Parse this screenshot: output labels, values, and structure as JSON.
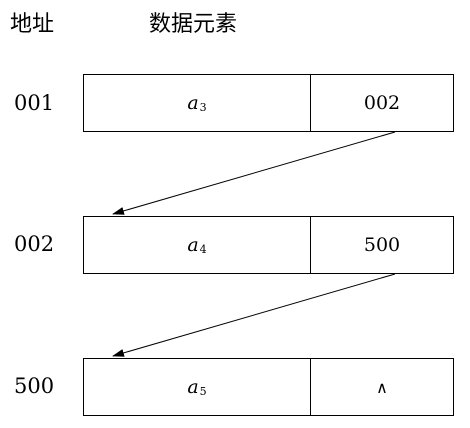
{
  "headers": {
    "address": "地址",
    "element": "数据元素"
  },
  "nodes": [
    {
      "address": "001",
      "data_var": "a",
      "data_sub": "3",
      "next": "002"
    },
    {
      "address": "002",
      "data_var": "a",
      "data_sub": "4",
      "next": "500"
    },
    {
      "address": "500",
      "data_var": "a",
      "data_sub": "5",
      "next": "∧"
    }
  ],
  "colors": {
    "line": "#000000",
    "background": "#ffffff"
  }
}
